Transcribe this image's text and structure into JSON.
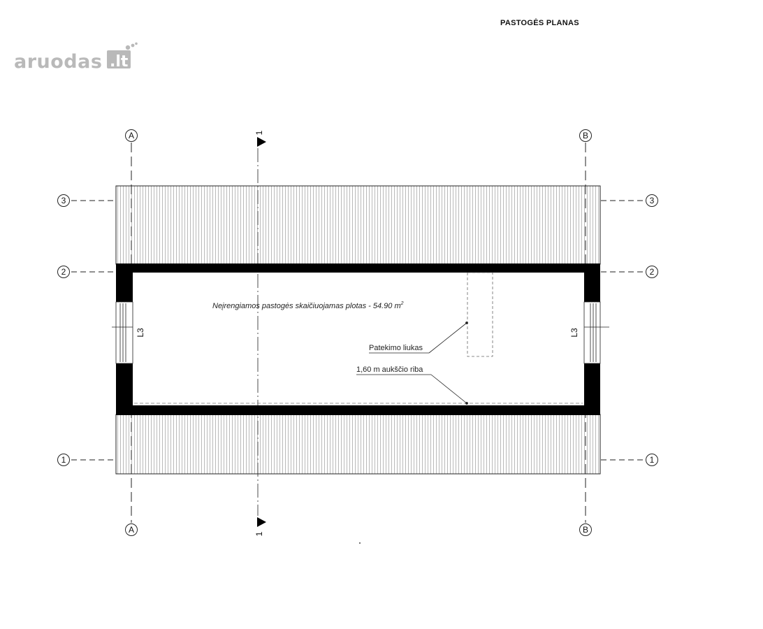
{
  "title": "PASTOGĖS PLANAS",
  "logo": {
    "name": "aruodas",
    "tld": ".lt"
  },
  "axes": {
    "a": "A",
    "b": "B",
    "row1": "1",
    "row2": "2",
    "row3": "3",
    "section": "1"
  },
  "notes": {
    "area_text": "Neįrengiamos pastogės skaičiuojamas plotas - 54.90 m",
    "area_sup": "2",
    "hatch_label": "Patekimo liukas",
    "height_limit": "1,60 m aukščio riba",
    "window_left": "L3",
    "window_right": "L3"
  },
  "colors": {
    "wall": "#000000",
    "line": "#222222",
    "logo_gray": "#b9b9b9"
  }
}
